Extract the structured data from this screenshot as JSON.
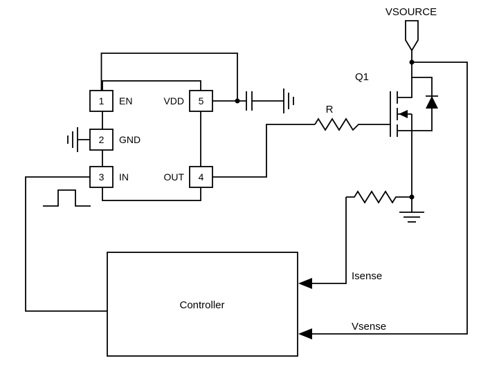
{
  "diagram": {
    "type": "circuit-schematic",
    "background": "#ffffff",
    "wire_color": "#000000"
  },
  "labels": {
    "vsource": "VSOURCE",
    "transistor": "Q1",
    "gate_resistor": "R",
    "isense": "Isense",
    "vsense": "Vsense",
    "controller": "Controller"
  },
  "ic": {
    "pins": [
      {
        "number": "1",
        "name": "EN"
      },
      {
        "number": "2",
        "name": "GND"
      },
      {
        "number": "3",
        "name": "IN"
      },
      {
        "number": "5",
        "name": "VDD"
      },
      {
        "number": "4",
        "name": "OUT"
      }
    ]
  }
}
